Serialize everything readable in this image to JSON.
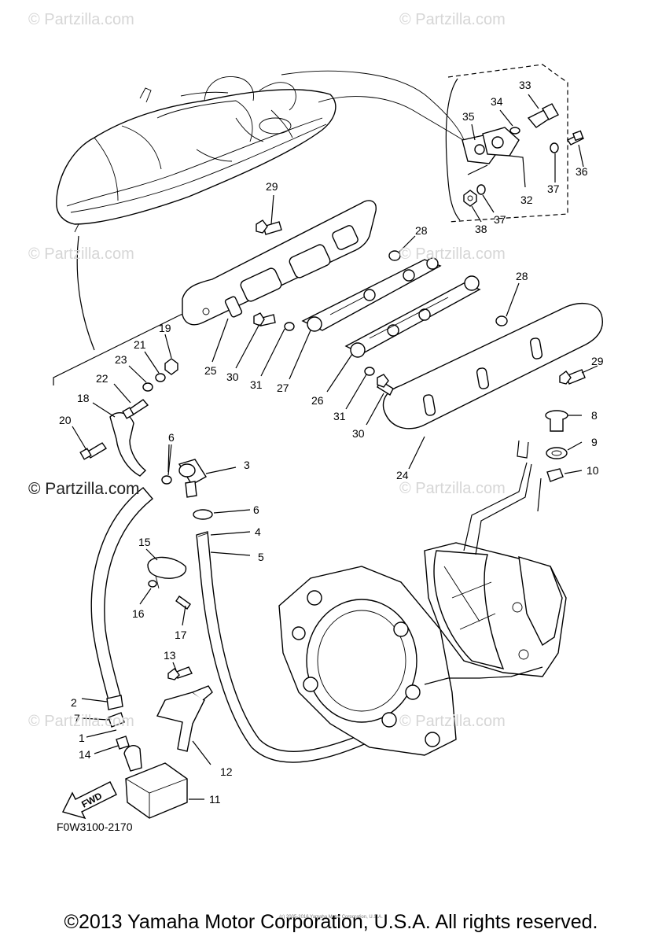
{
  "watermarks": {
    "top_left": "© Partzilla.com",
    "top_right": "© Partzilla.com",
    "mid_left": "© Partzilla.com",
    "mid_right": "© Partzilla.com",
    "center_left": "© Partzilla.com",
    "center_right": "© Partzilla.com",
    "bottom_left": "© Partzilla.com",
    "bottom_right": "© Partzilla.com"
  },
  "diagram": {
    "code": "F0W3100-2170",
    "fwd_label": "FWD",
    "small_credit": "(c) 2005-2016 Yamaha Motor Corporation, U.S.A.",
    "callouts": [
      {
        "id": "c1",
        "label": "1"
      },
      {
        "id": "c2",
        "label": "2"
      },
      {
        "id": "c3",
        "label": "3"
      },
      {
        "id": "c4",
        "label": "4"
      },
      {
        "id": "c5",
        "label": "5"
      },
      {
        "id": "c6a",
        "label": "6"
      },
      {
        "id": "c6b",
        "label": "6"
      },
      {
        "id": "c7",
        "label": "7"
      },
      {
        "id": "c8",
        "label": "8"
      },
      {
        "id": "c9",
        "label": "9"
      },
      {
        "id": "c10",
        "label": "10"
      },
      {
        "id": "c11",
        "label": "11"
      },
      {
        "id": "c12",
        "label": "12"
      },
      {
        "id": "c13",
        "label": "13"
      },
      {
        "id": "c14",
        "label": "14"
      },
      {
        "id": "c15",
        "label": "15"
      },
      {
        "id": "c16",
        "label": "16"
      },
      {
        "id": "c17",
        "label": "17"
      },
      {
        "id": "c18",
        "label": "18"
      },
      {
        "id": "c19",
        "label": "19"
      },
      {
        "id": "c20",
        "label": "20"
      },
      {
        "id": "c21",
        "label": "21"
      },
      {
        "id": "c22",
        "label": "22"
      },
      {
        "id": "c23",
        "label": "23"
      },
      {
        "id": "c24",
        "label": "24"
      },
      {
        "id": "c25",
        "label": "25"
      },
      {
        "id": "c26",
        "label": "26"
      },
      {
        "id": "c27",
        "label": "27"
      },
      {
        "id": "c28a",
        "label": "28"
      },
      {
        "id": "c28b",
        "label": "28"
      },
      {
        "id": "c29a",
        "label": "29"
      },
      {
        "id": "c29b",
        "label": "29"
      },
      {
        "id": "c30a",
        "label": "30"
      },
      {
        "id": "c30b",
        "label": "30"
      },
      {
        "id": "c31a",
        "label": "31"
      },
      {
        "id": "c31b",
        "label": "31"
      },
      {
        "id": "c32",
        "label": "32"
      },
      {
        "id": "c33",
        "label": "33"
      },
      {
        "id": "c34",
        "label": "34"
      },
      {
        "id": "c35",
        "label": "35"
      },
      {
        "id": "c36",
        "label": "36"
      },
      {
        "id": "c37a",
        "label": "37"
      },
      {
        "id": "c37b",
        "label": "37"
      },
      {
        "id": "c38",
        "label": "38"
      }
    ]
  },
  "footer": {
    "copyright": "©2013 Yamaha Motor Corporation, U.S.A. All rights reserved."
  }
}
